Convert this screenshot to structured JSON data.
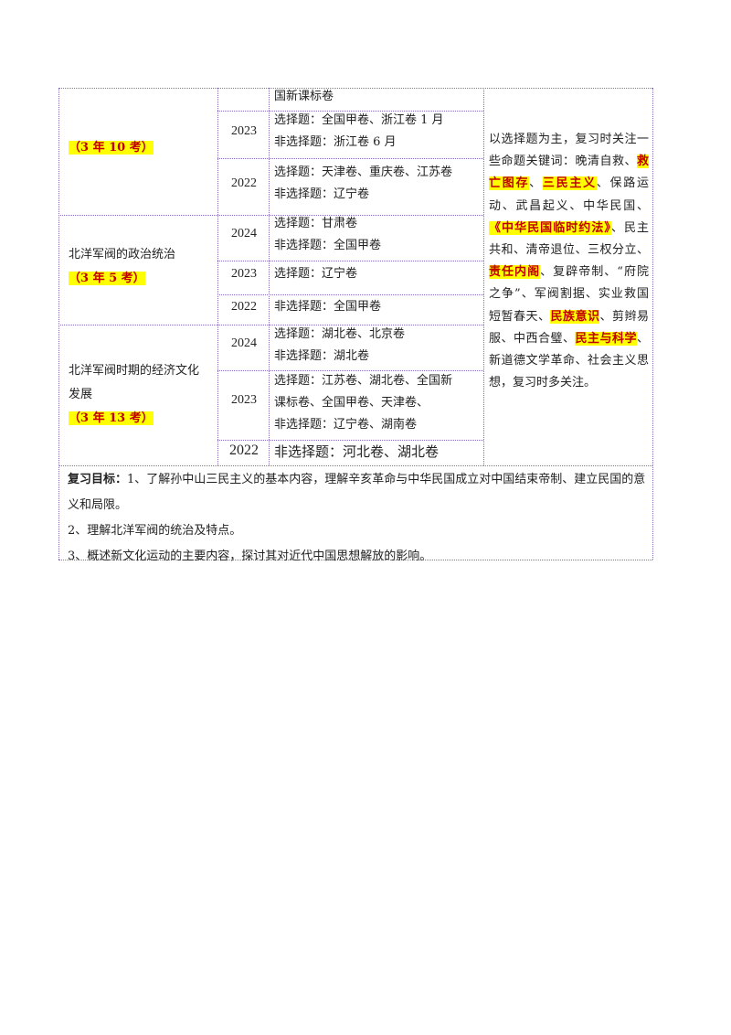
{
  "table": {
    "row0": {
      "exam_line": "国新课标卷"
    },
    "group1": {
      "count": "（3 年 10 考）",
      "rows": [
        {
          "year": "2023",
          "lines": [
            "选择题：全国甲卷、浙江卷 1 月",
            "非选择题：浙江卷 6 月"
          ]
        },
        {
          "year": "2022",
          "lines": [
            "选择题：天津卷、重庆卷、江苏卷",
            "非选择题：辽宁卷"
          ]
        }
      ]
    },
    "group2": {
      "topic": "北洋军阀的政治统治",
      "count": "（3 年 5 考）",
      "rows": [
        {
          "year": "2024",
          "lines": [
            "选择题：甘肃卷",
            "非选择题：全国甲卷"
          ]
        },
        {
          "year": "2023",
          "lines": [
            "选择题：辽宁卷"
          ]
        },
        {
          "year": "2022",
          "lines": [
            "非选择题：全国甲卷"
          ]
        }
      ]
    },
    "group3": {
      "topic_line1": "北洋军阀时期的经济文化",
      "topic_line2": "发展",
      "count": "（3 年 13 考）",
      "rows": [
        {
          "year": "2024",
          "lines": [
            "选择题：湖北卷、北京卷",
            "非选择题：湖北卷"
          ]
        },
        {
          "year": "2023",
          "lines": [
            "选择题：江苏卷、湖北卷、全国新",
            "课标卷、全国甲卷、天津卷、",
            "非选择题：辽宁卷、湖南卷"
          ]
        },
        {
          "year": "2022",
          "lines": [
            "非选择题：河北卷、湖北卷"
          ]
        }
      ]
    },
    "advice": {
      "parts": [
        {
          "t": "以选择题为主，复习时关注一些命题关键词：晚清自救、",
          "hl": false
        },
        {
          "t": "救亡图存",
          "hl": true
        },
        {
          "t": "、",
          "hl": false
        },
        {
          "t": "三民主义",
          "hl": true
        },
        {
          "t": "、保路运动、武昌起义、中华民国、",
          "hl": false
        },
        {
          "t": "《中华民国临时约法》",
          "hl": true
        },
        {
          "t": "、民主共和、清帝退位、三权分立、",
          "hl": false
        },
        {
          "t": "责任内阁",
          "hl": true
        },
        {
          "t": "、复辟帝制、“府院之争”、军阀割据、实业救国短暂春天、",
          "hl": false
        },
        {
          "t": "民族意识",
          "hl": true
        },
        {
          "t": "、剪辫易服、中西合璧、",
          "hl": false
        },
        {
          "t": "民主与科学",
          "hl": true
        },
        {
          "t": "、新道德文学革命、社会主义思想，复习时多关注。",
          "hl": false
        }
      ]
    }
  },
  "goals": {
    "label": "复习目标：",
    "line1": "1、了解孙中山三民主义的基本内容，理解辛亥革命与中华民国成立对中国结束帝制、建立民国的意义和局限。",
    "line2": "2、理解北洋军阀的统治及特点。",
    "line3": "3、概述新文化运动的主要内容，探讨其对近代中国思想解放的影响。"
  }
}
